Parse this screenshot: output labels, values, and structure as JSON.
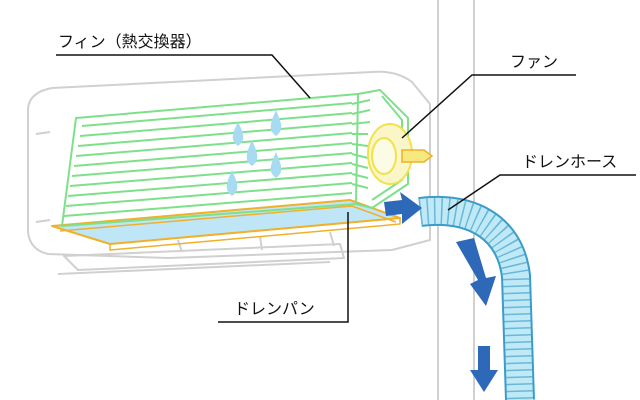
{
  "labels": {
    "fin": "フィン（熱交換器）",
    "fan": "ファン",
    "drain_hose": "ドレンホース",
    "drain_pan": "ドレンパン"
  },
  "colors": {
    "fin_green": "#7ee08a",
    "fan_yellow": "#f2e24a",
    "pan_orange": "#f0b02a",
    "water_blue": "#bfe6f6",
    "droplet_blue": "#a6dbf2",
    "hose_blue": "#a9ddf1",
    "arrow_blue": "#2e68b8",
    "outline_gray": "#d0d0d0",
    "leader_black": "#111111"
  },
  "icons": [
    "down-arrow-icon",
    "right-arrow-icon",
    "water-droplet-icon"
  ]
}
